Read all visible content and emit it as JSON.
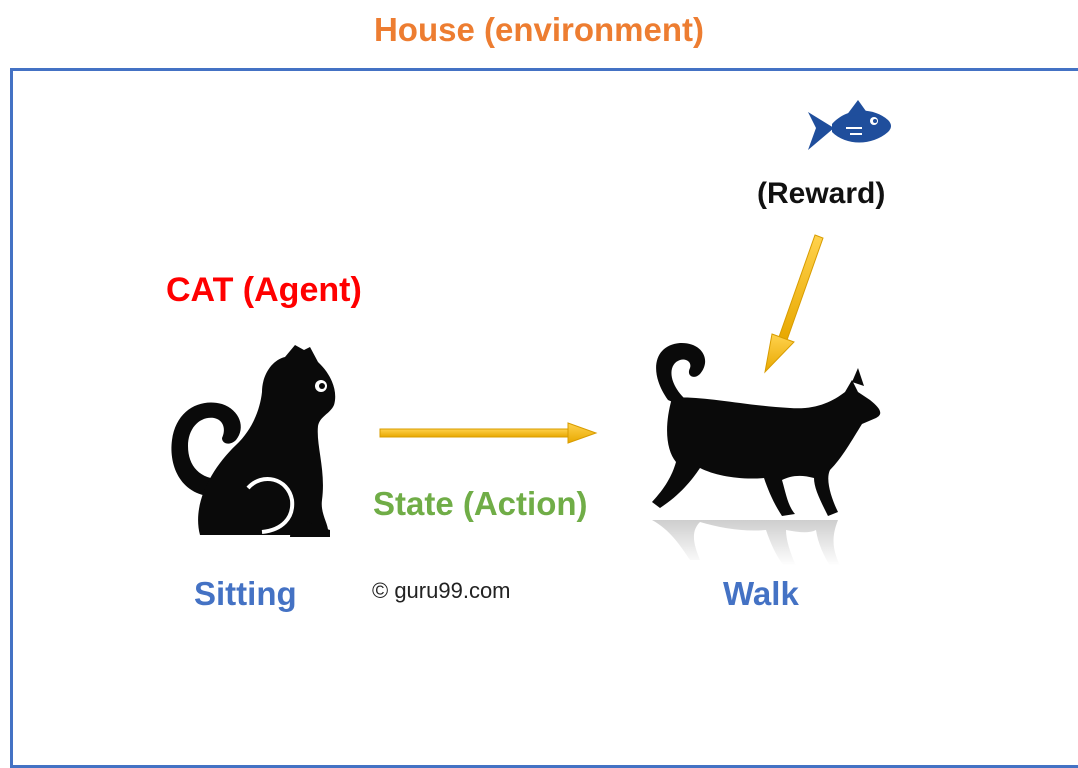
{
  "title": "House (environment)",
  "labels": {
    "agent": "CAT (Agent)",
    "reward": "(Reward)",
    "action": "State (Action)",
    "state_start": "Sitting",
    "state_end": "Walk",
    "copyright": "© guru99.com"
  },
  "icons": {
    "agent": "sitting-cat-icon",
    "next_state": "walking-cat-icon",
    "reward": "fish-icon",
    "action_arrow": "right-arrow",
    "reward_arrow": "down-arrow"
  },
  "colors": {
    "title": "#ed7d31",
    "environment_border": "#4472c4",
    "agent_label": "#ff0000",
    "action_label": "#70ad47",
    "state_labels": "#4472c4",
    "arrows": "#ffc000",
    "fish": "#1f4e9c",
    "cats": "#0a0a0a"
  }
}
